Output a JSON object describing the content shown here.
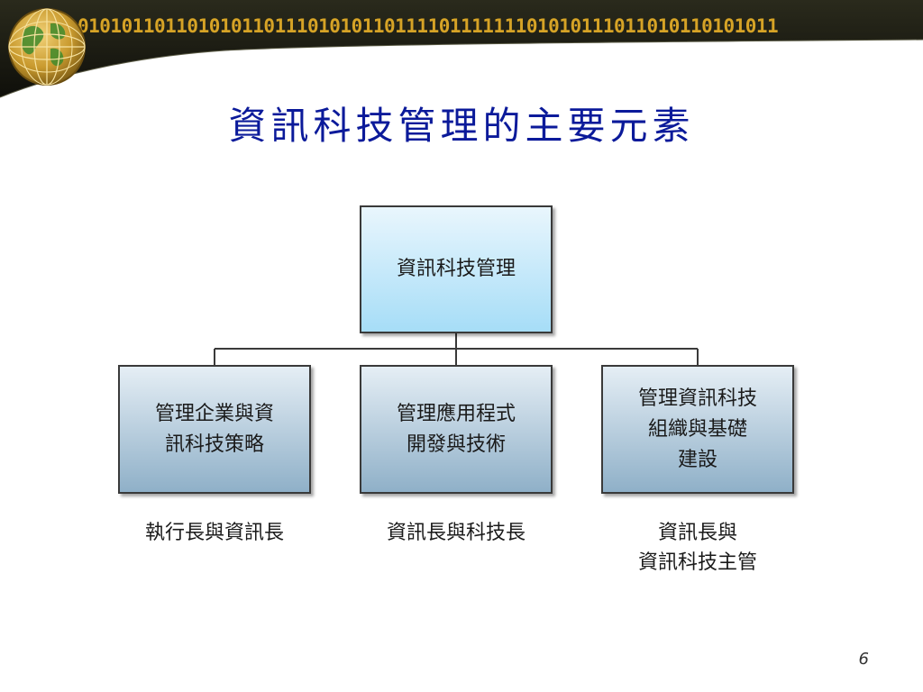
{
  "header": {
    "binary_text": "0101011011010101101110101011011110111111101010111011010110101011",
    "globe_icon": "globe-icon",
    "colors": {
      "banner_dark": "#1b1b12",
      "binary": "#d6a326",
      "globe_gold": "#c99a2e",
      "globe_land": "#3f8a2c"
    }
  },
  "title": "資訊科技管理的主要元素",
  "title_color": "#0b1a9a",
  "org_chart": {
    "root": {
      "label": "資訊科技管理",
      "fill_top": "#e9f6fd",
      "fill_bottom": "#a6ddf7"
    },
    "children": [
      {
        "label": "管理企業與資\n訊科技策略",
        "caption": "執行長與資訊長"
      },
      {
        "label": "管理應用程式\n開發與技術",
        "caption": "資訊長與科技長"
      },
      {
        "label": "管理資訊科技\n組織與基礎\n建設",
        "caption": "資訊長與\n資訊科技主管"
      }
    ],
    "child_fill_top": "#e5eef5",
    "child_fill_bottom": "#8fb0c8"
  },
  "footer": {
    "page_number": "6"
  }
}
